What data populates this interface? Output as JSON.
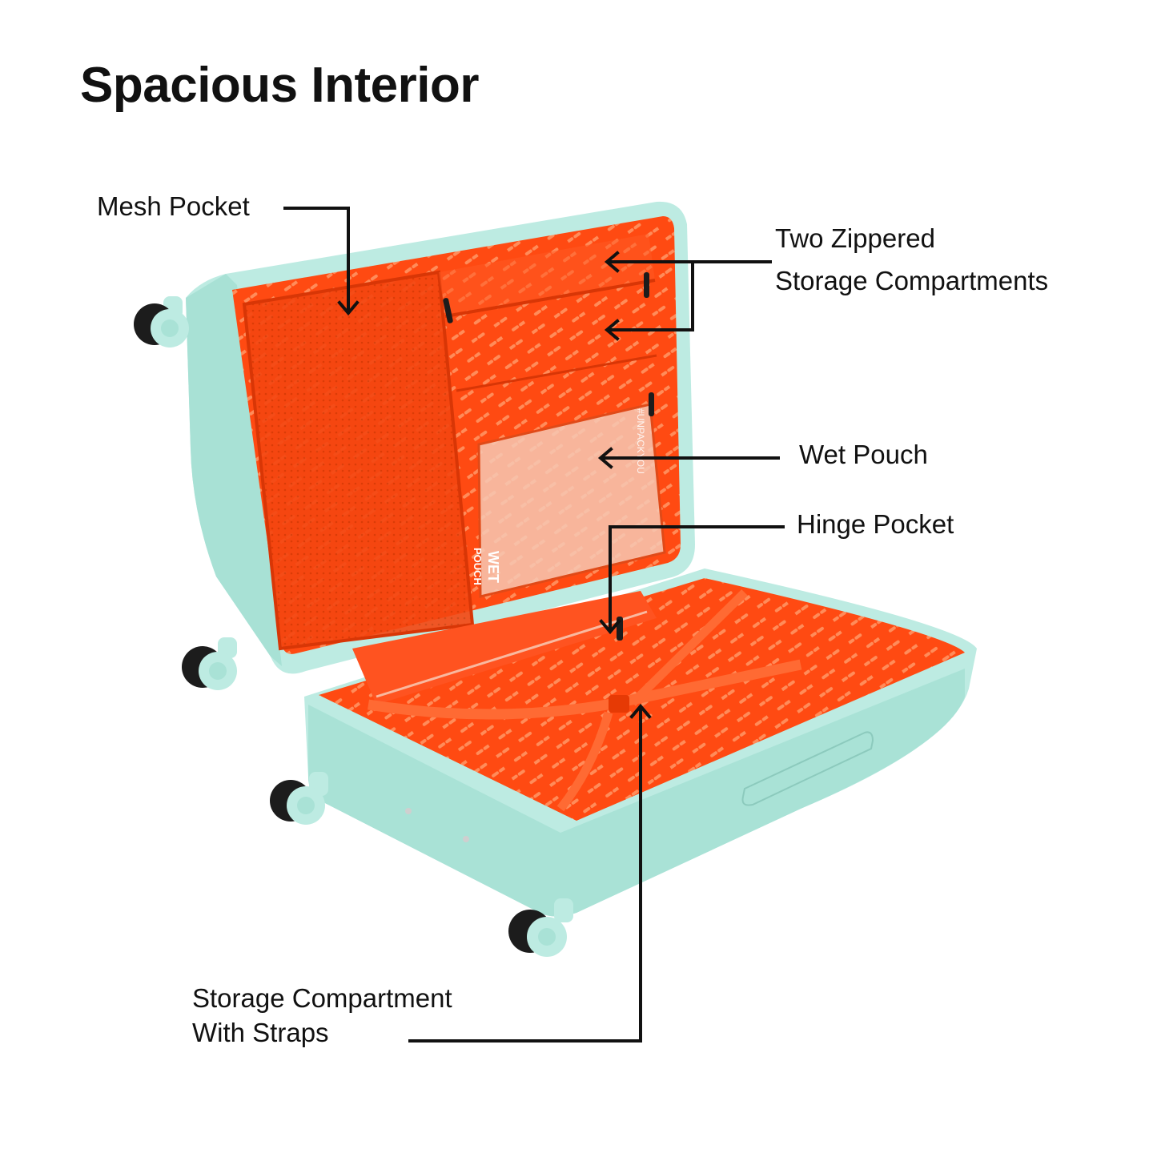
{
  "title": "Spacious Interior",
  "colors": {
    "shell": "#bdebe2",
    "shell_shadow": "#9fd8cc",
    "lining": "#ff4a12",
    "lining_dark": "#e63a05",
    "pattern": "#ff8c5a",
    "wheel": "#1c1c1c",
    "pouch": "#f7c8b4",
    "arrow": "#111111"
  },
  "callouts": {
    "mesh_pocket": "Mesh Pocket",
    "zippered_line1": "Two Zippered",
    "zippered_line2": "Storage  Compartments",
    "wet_pouch": "Wet Pouch",
    "hinge_pocket": "Hinge Pocket",
    "straps_line1": "Storage Compartment",
    "straps_line2": "With Straps"
  },
  "product_print": {
    "wet_line1": "WET",
    "wet_line2": "POUCH",
    "hashtag": "#UNPACKYOU"
  }
}
